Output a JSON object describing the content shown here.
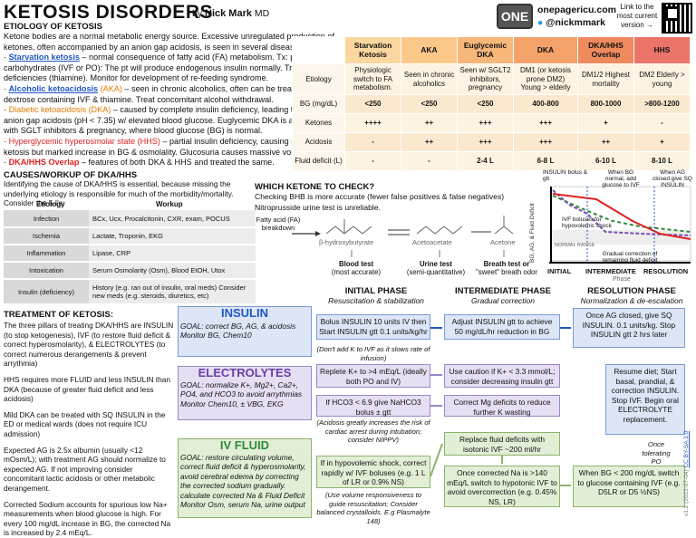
{
  "header": {
    "title": "KETOSIS DISORDERS",
    "by": "by",
    "author": "Nick Mark",
    "md": "MD",
    "one_logo": "ONE",
    "site": "onepagericu.com",
    "twitter": "@nickmmark",
    "link_text": "Link to the most current version →"
  },
  "etiology": {
    "heading": "ETIOLOGY OF KETOSIS",
    "intro": "Ketone bodies are a normal metabolic energy source. Excessive unregulated production of ketones, often accompanied by an anion gap acidosis, is seen in several disease states:",
    "items": [
      {
        "name": "Starvation ketosis",
        "text": " – normal consequence of fatty acid (FA) metabolism. Tx: provide carbohydrates (IVF or PO): The pt will produce endogenous insulin normally. Treat other deficiencies (thiamine). Monitor for development of re-feeding syndrome."
      },
      {
        "name": "Alcoholic ketoacidosis",
        "abbr": "(AKA)",
        "text": " – seen in chronic alcoholics, often can be treated with dextrose containing IVF & thiamine. Treat concomitant alcohol withdrawal."
      },
      {
        "name": "Diabetic ketoacidosis",
        "abbr": "(DKA)",
        "text": " – caused by complete insulin deficiency, leading to marked anion gap acidosis (pH < 7.35) w/ elevated blood glucose. Euglycemic DKA is a variant seen with SGLT inhibitors & pregnancy, where blood glucose (BG) is normal."
      },
      {
        "name": "Hyperglycemic hyperosmolar state",
        "abbr": "(HHS)",
        "text": " – partial insulin deficiency, causing minimal ketosis but marked increase in BG & osmolality. Glucosuria causes massive volume loss."
      },
      {
        "name": "DKA/HHS Overlap",
        "text": " – features of both DKA & HHS and treated the same."
      }
    ]
  },
  "table": {
    "cols": [
      "Starvation Ketosis",
      "AKA",
      "Euglycemic DKA",
      "DKA",
      "DKA/HHS Overlap",
      "HHS"
    ],
    "col_colors": [
      "#fbd7a0",
      "#fbc88a",
      "#f7b77a",
      "#f4a16a",
      "#ef8a5e",
      "#ea7468"
    ],
    "rows": [
      {
        "label": "Etiology",
        "cells": [
          "Physiologic switch to FA metabolism.",
          "Seen in chronic alcoholics",
          "Seen w/ SGLT2 inhibitors, pregnancy",
          "DM1 (or ketosis prone DM2) Young > elderly",
          "DM1/2 Highest mortality",
          "DM2 Elderly > young"
        ]
      },
      {
        "label": "BG (mg/dL)",
        "cells": [
          "<250",
          "<250",
          "<250",
          "400-800",
          "800-1000",
          ">800-1200"
        ]
      },
      {
        "label": "Ketones",
        "cells": [
          "++++",
          "++",
          "+++",
          "+++",
          "+",
          "-"
        ]
      },
      {
        "label": "Acidosis",
        "cells": [
          "-",
          "++",
          "+++",
          "+++",
          "++",
          "+"
        ]
      },
      {
        "label": "Fluid deficit (L)",
        "cells": [
          "-",
          "-",
          "2-4 L",
          "6-8 L",
          "6-10 L",
          "8-10 L"
        ]
      }
    ]
  },
  "causes": {
    "heading": "CAUSES/WORKUP OF DKA/HHS",
    "intro": "Identifying the cause of DKA/HHS is essential, because missing the underlying etiology is responsible for much of the morbidity/mortality. Consider the 5 I's:",
    "col1": "Etiology",
    "col2": "Workup",
    "rows": [
      [
        "Infection",
        "BCx, Ucx, Procalcitonin, CXR, exam, POCUS"
      ],
      [
        "Ischemia",
        "Lactate, Troponin, EKG"
      ],
      [
        "Inflammation",
        "Lipase, CRP"
      ],
      [
        "Intoxication",
        "Serum Osmolarity (Osm), Blood EtOH, Utox"
      ],
      [
        "Insulin (deficiency)",
        "History (e.g. ran out of insulin, oral meds) Consider new meds (e.g. steroids, diuretics, etc)"
      ]
    ]
  },
  "ketone_check": {
    "heading": "WHICH KETONE TO CHECK?",
    "line1": "Checking BHB is more accurate (fewer false positives & false negatives)",
    "line2": "Nitroprusside urine test is unreliable.",
    "fa_label": "Fatty acid (FA) breakdown",
    "bhb": "β-hydroxybutyrate",
    "aceto": "Acetoacetate",
    "acetone": "Acetone",
    "blood_test": "Blood test",
    "blood_sub": "(most accurate)",
    "urine_test": "Urine test",
    "urine_sub": "(semi-quantitative)",
    "breath_test": "Breath test or",
    "breath_sub": "\"sweet\" breath odor"
  },
  "phase_chart": {
    "y_label": "BG, AG, & Fluid Deficit",
    "x_label": "Phase",
    "phases": [
      "INITIAL",
      "INTERMEDIATE",
      "RESOLUTION"
    ],
    "ann_insulin": "INSULIN bolus & gtt",
    "ann_bg": "When BG normal, add glucose to IVF",
    "ann_ag": "When AG closed give SQ INSULIN",
    "ann_ivf": "IVF boluses for hypovolemic shock",
    "ann_range": "NORMAL RANGE",
    "ann_grad": "Gradual correction of remaining fluid deficit"
  },
  "treatment": {
    "heading": "TREATMENT OF KETOSIS:",
    "p1": "The three pillars of treating DKA/HHS are INSULIN (to stop ketogenesis), IVF (to restore fluid deficit & correct hyperosmolarity), & ELECTROLYTES (to correct numerous derangements & prevent arrythmia)",
    "p2": "HHS requires more FLUID and less INSULIN than DKA (because of greater fluid deficit and less acidosis)",
    "p3": "Mild DKA can be treated with SQ INSULIN in the ED or medical wards (does not require ICU admission)",
    "p4": "Expected AG is 2.5x albumin (usually <12 mOsm/L); with treatment AG should normalize to expected AG. If not improving consider concomitant lactic acidosis or other metabolic derangement.",
    "p5": "Corrected Sodium accounts for spurious low Na+ measurements when blood glucose is high. For every 100 mg/dL increase in BG, the corrected Na is increased by 2.4 mEq/L."
  },
  "pillars": {
    "insulin_title": "INSULIN",
    "insulin_goal": "GOAL: correct BG, AG, & acidosis",
    "insulin_monitor": "Monitor BG, Chem10",
    "lytes_title": "ELECTROLYTES",
    "lytes_goal": "GOAL: normalize K+, Mg2+, Ca2+, PO4, and HCO3 to avoid arrythmias",
    "lytes_monitor": "Monitor Chem10, ± VBG, EKG",
    "ivf_title": "IV FLUID",
    "ivf_goal": "GOAL: restore circulating volume, correct fluid deficit & hyperosmolarity, avoid cerebral edema by correcting the corrected sodium gradually.",
    "ivf_calc": "calculate corrected Na & Fluid Deficit",
    "ivf_monitor": "Monitor Osm, serum Na, urine output"
  },
  "phases": {
    "initial": {
      "title": "INITIAL PHASE",
      "sub": "Resuscitation & stabilization"
    },
    "intermediate": {
      "title": "INTERMEDIATE PHASE",
      "sub": "Gradual correction"
    },
    "resolution": {
      "title": "RESOLUTION PHASE",
      "sub": "Normalization & de-escalation"
    }
  },
  "flow": {
    "i1": "Bolus INSULIN 10 units IV then Start INSULIN gtt 0.1 units/kg/hr",
    "i_note": "(Don't add K to IVF as it slows rate of infusion)",
    "i2": "Replete K+ to >4 mEq/L (ideally both PO and IV)",
    "i3": "If HCO3 < 6.9 give NaHCO3 bolus ± gtt",
    "i3_note": "(Acidosis greatly increases the risk of cardiac arrest during intubation; consider NIPPV)",
    "i4": "If in hypovolemic shock, correct rapidly w/ IVF boluses (e.g. 1 L of LR or 0.9% NS)",
    "i4_note": "(Use volume responsiveness to guide resuscitation; Consider balanced crystalloids. E.g Plasmalyte 148)",
    "m1": "Adjust INSULIN gtt to achieve 50 mg/dL/hr reduction in BG",
    "m2": "Use caution if K+ < 3.3 mmol/L; consider decreasing insulin gtt",
    "m3": "Correct Mg deficits to reduce further K wasting",
    "m4": "Replace fluid deficits with isotonic IVF ~200 ml/hr",
    "m5": "Once corrected Na is >140 mEq/L switch to hypotonic IVF to avoid overcorrection (e.g. 0.45% NS, LR)",
    "r1": "Once AG closed, give SQ INSULIN. 0.1 units/kg. Stop INSULIN gtt 2 hrs later",
    "r2": "Resume diet; Start basal, prandial, & correction INSULIN. Stop IVF. Begin oral ELECTROLYTE replacement.",
    "r_note": "Once tolerating PO",
    "r3": "When BG < 200 mg/dL switch to glucose containing IVF (e.g. D5LR or D5 ½NS)"
  },
  "footer": {
    "version": "v1.2 (2022-07-04)",
    "license": "CC BY-SA 3.0"
  }
}
